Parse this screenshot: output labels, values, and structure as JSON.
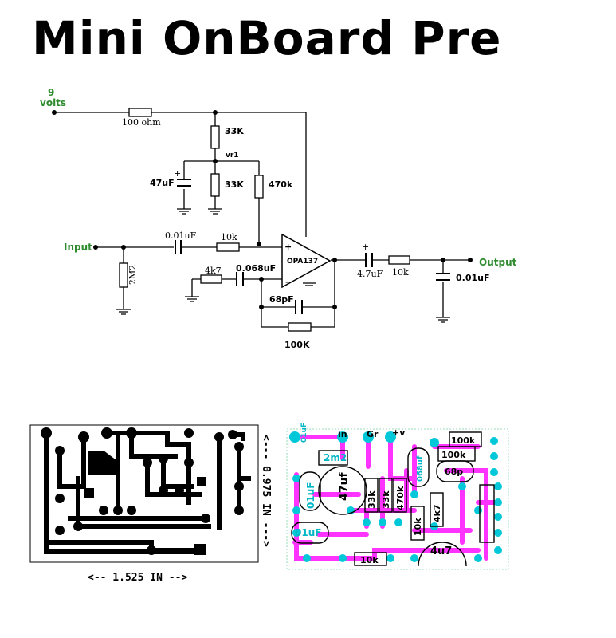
{
  "title": "Mini OnBoard Pre",
  "labels": {
    "supply_v": "9",
    "supply_unit": "volts",
    "input": "Input",
    "output": "Output",
    "r_supply": "100 ohm",
    "r_div_top": "33K",
    "vr_node": "vr1",
    "r_div_bot": "33K",
    "r_bias": "470k",
    "c_filter": "47uF",
    "c_in": "0.01uF",
    "r_in": "10k",
    "r_pulldown": "2M2",
    "r_gnd": "4k7",
    "c_gnd": "0.068uF",
    "opamp": "OPA137",
    "c_fb": "68pF",
    "r_fb": "100K",
    "c_out": "4.7uF",
    "r_out": "10k",
    "c_shunt": "0.01uF",
    "plus": "+",
    "minus": "-"
  },
  "dims": {
    "width": "<-- 1.525 IN -->",
    "height": "<--- 0.975 IN --->"
  },
  "pcb_labels": {
    "in": "in",
    "gr": "Gr",
    "pv": "+v",
    "r_2m2": "2m2",
    "c_47": "47uf",
    "r_33a": "33k",
    "r_33b": "33k",
    "r_470": "470k",
    "c_068": "068uf",
    "r_100": "100k",
    "r_100b": "100k",
    "c_68p": "68p",
    "c_01a": "01uF",
    "c_01b": "01uF",
    "c_01c": "01uF",
    "r_4k7": "4k7",
    "r_10k": "10k",
    "r_10kb": "10k",
    "c_4u7": "4u7"
  },
  "colors": {
    "trace": "#ff33ff",
    "pad": "#00c8d8",
    "label_green": "#2e8b2e"
  }
}
